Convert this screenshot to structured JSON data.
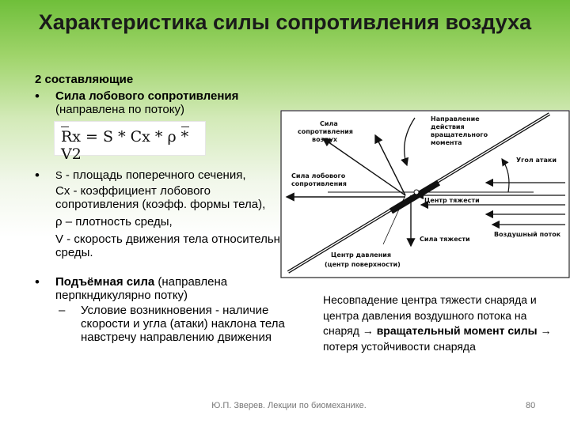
{
  "slide": {
    "title": "Характеристика силы сопротивления воздуха",
    "subtitle": "2 составляющие",
    "drag": {
      "name": "Сила лобового сопротивления",
      "note": "(направлена по потоку)",
      "formula": "Rx = S * Cx * ρ * V2"
    },
    "params": {
      "s_line": "площадь поперечного сечения,",
      "s_letter": "S",
      "cx_line": "Cx - коэффициент лобового сопротивления (коэфф. формы тела),",
      "rho_line": "ρ – плотность среды,",
      "v_line": "V - скорость движения тела относительно среды."
    },
    "lift": {
      "name": "Подъёмная сила",
      "note": "(направлена перпкндикулярно потку)",
      "sub": "Условие возникновения - наличие скорости и угла (атаки) наклона тела навстречу направлению движения"
    },
    "caption": {
      "line1": "Несовпадение центра тяжести снаряда и центра давления воздушного потока на снаряд →",
      "bold": "вращательный момент силы",
      "line2": "→ потеря устойчивости снаряда"
    },
    "footer": "Ю.П. Зверев. Лекции по биомеханике.",
    "page": "80"
  },
  "diagram": {
    "labels": {
      "lift": [
        "Сила",
        "сопротивления",
        "воздух"
      ],
      "moment": [
        "Направление",
        "действия",
        "вращательного",
        "момента"
      ],
      "attack": "Угол атаки",
      "drag": [
        "Сила лобового",
        "сопротивления"
      ],
      "cog": "Центр тяжести",
      "flow": "Воздушный поток",
      "gravity": "Сила тяжести",
      "cop": [
        "Центр давления",
        "(центр поверхности)"
      ]
    }
  }
}
